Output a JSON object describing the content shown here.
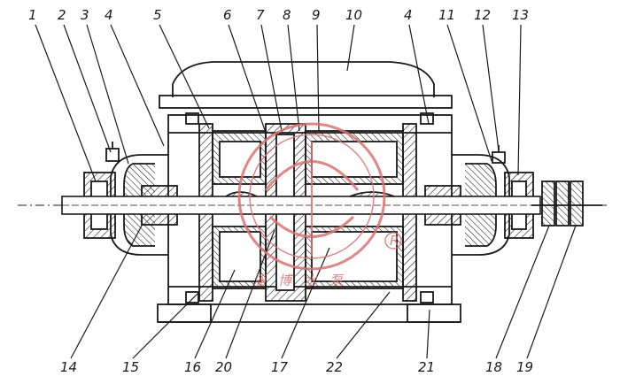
{
  "callouts_top": [
    "1",
    "2",
    "3",
    "4",
    "5",
    "6",
    "7",
    "8",
    "9",
    "10",
    "4",
    "11",
    "12",
    "13"
  ],
  "callouts_bottom": [
    "14",
    "15",
    "16",
    "20",
    "17",
    "22",
    "21",
    "18",
    "19"
  ],
  "watermark": {
    "text": "淄博水泵",
    "mark": "R",
    "color": "#e07070"
  },
  "colors": {
    "ink": "#1a1a1a",
    "background": "#ffffff"
  }
}
